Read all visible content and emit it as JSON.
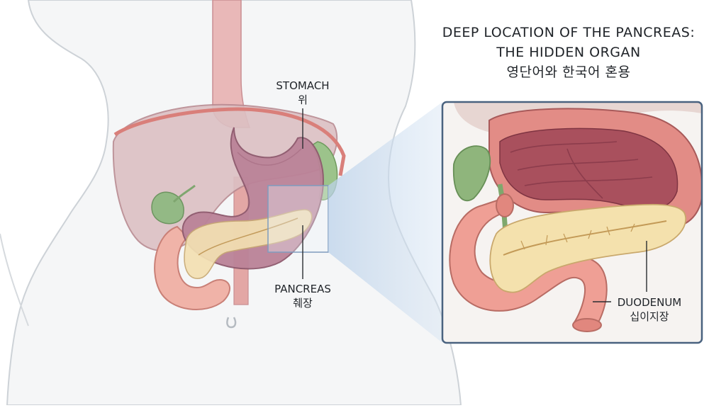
{
  "title": {
    "line1": "DEEP LOCATION OF THE PANCREAS:",
    "line2": "THE HIDDEN ORGAN",
    "line3": "영단어와 한국어 혼용"
  },
  "labels": {
    "stomach_en": "STOMACH",
    "stomach_ko": "위",
    "pancreas_en": "PANCREAS",
    "pancreas_ko": "췌장",
    "duodenum_en": "DUODENUM",
    "duodenum_ko": "십이지장"
  },
  "colors": {
    "body_outline": "#c9ced3",
    "liver": "#cfa7ac",
    "stomach": "#b77e92",
    "pancreas": "#f1dfae",
    "duodenum": "#e98f86",
    "gallbladder": "#8fb57c",
    "inset_border": "#49627f"
  }
}
